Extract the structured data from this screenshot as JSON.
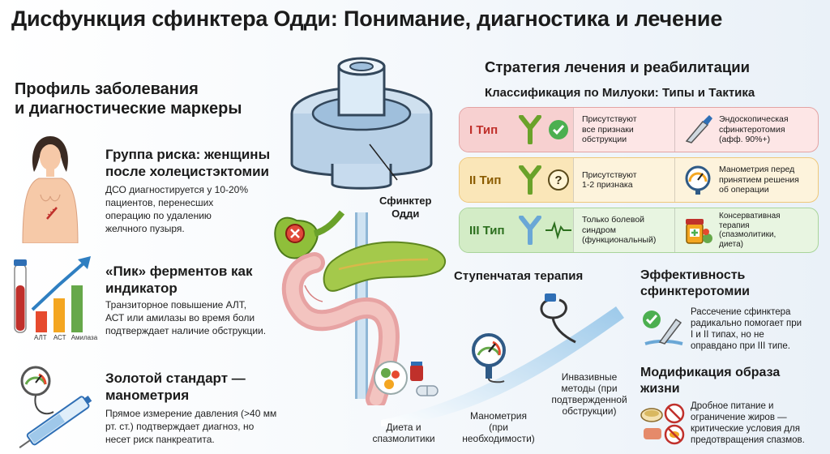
{
  "title": "Дисфункция сфинктера Одди: Понимание, диагностика и лечение",
  "left": {
    "heading_line1": "Профиль заболевания",
    "heading_line2": "и диагностические маркеры",
    "items": [
      {
        "title_line1": "Группа риска: женщины",
        "title_line2": "после холецистэктомии",
        "text_lines": [
          "ДСО диагностируется у 10-20%",
          "пациентов, перенесших",
          "операцию по удалению",
          "желчного пузыря."
        ],
        "icon": "woman-silhouette-icon"
      },
      {
        "title_line1": "«Пик» ферментов как",
        "title_line2": "индикатор",
        "text_lines": [
          "Транзиторное повышение АЛТ,",
          "АСТ или амилазы во время боли",
          "подтверждает наличие обструкции."
        ],
        "icon": "bar-chart-icon",
        "bar_labels": [
          "АЛТ",
          "АСТ",
          "Амилаза"
        ]
      },
      {
        "title_line1": "Золотой стандарт —",
        "title_line2": "манометрия",
        "text_lines": [
          "Прямое измерение давления (>40 мм",
          "рт. ст.) подтверждает диагноз, но",
          "несет риск панкреатита."
        ],
        "icon": "manometer-catheter-icon"
      }
    ]
  },
  "center": {
    "sphincter_line1": "Сфинктер",
    "sphincter_line2": "Одди"
  },
  "right": {
    "heading": "Стратегия лечения и реабилитации",
    "subheading": "Классификация по Милуоки: Типы и Тактика",
    "types": [
      {
        "label": "I Тип",
        "desc_lines": [
          "Присутствуют",
          "все признаки",
          "обструкции"
        ],
        "tactic_lines": [
          "Эндоскопическая",
          "сфинктеротомия",
          "(афф. 90%+)"
        ],
        "status_icon": "check-circle-icon",
        "tactic_icon": "scalpel-icon"
      },
      {
        "label": "II Тип",
        "desc_lines": [
          "Присутствуют",
          "1-2 признака"
        ],
        "tactic_lines": [
          "Манометрия перед",
          "принятием решения",
          "об операции"
        ],
        "status_icon": "question-circle-icon",
        "tactic_icon": "pressure-gauge-icon"
      },
      {
        "label": "III Тип",
        "desc_lines": [
          "Только болевой",
          "синдром",
          "(функциональный)"
        ],
        "tactic_lines": [
          "Консервативная",
          "терапия",
          "(спазмолитики,",
          "диета)"
        ],
        "status_icon": "pulse-wave-icon",
        "tactic_icon": "medicine-bottle-icon"
      }
    ],
    "stage_heading": "Ступенчатая терапия",
    "steps": [
      {
        "lines": [
          "Диета и",
          "спазмолитики"
        ],
        "icon": "food-plate-icon"
      },
      {
        "lines": [
          "Манометрия",
          "(при",
          "необходимости)"
        ],
        "icon": "manometer-icon"
      },
      {
        "lines": [
          "Инвазивные",
          "методы (при",
          "подтвержденной",
          "обструкции)"
        ],
        "icon": "catheter-icon"
      }
    ],
    "efficacy_heading_line1": "Эффективность",
    "efficacy_heading_line2": "сфинктеротомии",
    "efficacy_lines": [
      "Рассечение сфинктера",
      "радикально помогает при",
      "I и II типах, но не",
      "оправдано при III типе."
    ],
    "lifestyle_heading_line1": "Модификация образа",
    "lifestyle_heading_line2": "жизни",
    "lifestyle_lines": [
      "Дробное питание и",
      "ограничение жиров —",
      "критические условия для",
      "предотвращения спазмов."
    ]
  },
  "colors": {
    "type1": "#c0302b",
    "type2": "#8a5b00",
    "type3": "#2c6f1e",
    "accent_blue": "#2f7fc1"
  }
}
